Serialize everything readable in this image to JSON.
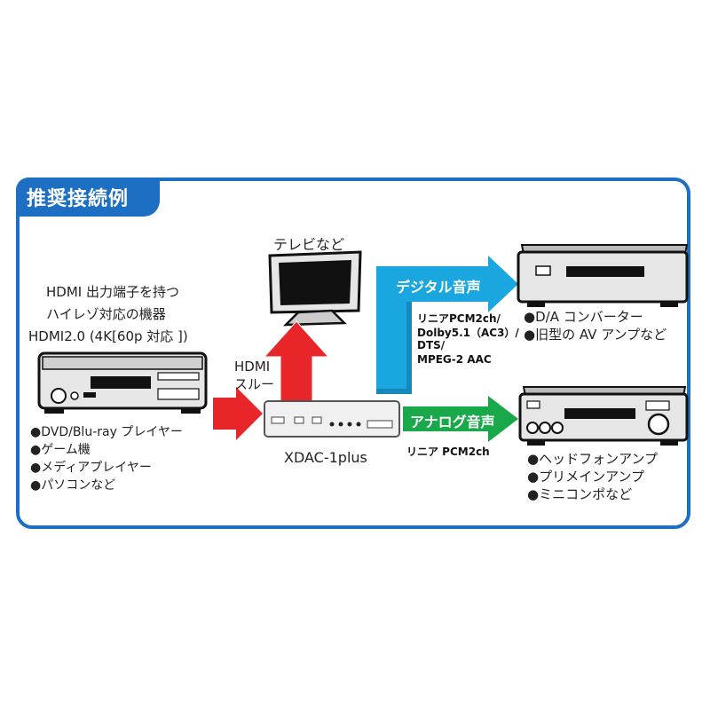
{
  "header": {
    "title": "推奨接続例"
  },
  "source": {
    "heading_line1": "HDMI 出力端子を持つ",
    "heading_line2": "ハイレゾ対応の機器",
    "heading_line3": "HDMI2.0 (4K[60p 対応 ])",
    "list": [
      "●DVD/Blu-ray プレイヤー",
      "●ゲーム機",
      "●メディアプレイヤー",
      "●パソコンなど"
    ]
  },
  "tv": {
    "label": "テレビなど"
  },
  "hdmi_thru": {
    "line1": "HDMI",
    "line2": "スルー"
  },
  "device": {
    "label": "XDAC-1plus"
  },
  "digital": {
    "arrow_label": "デジタル音声",
    "formats": [
      "リニアPCM2ch/",
      "Dolby5.1（AC3）/",
      "DTS/",
      "MPEG-2 AAC"
    ],
    "targets": [
      "●D/A コンバーター",
      "●旧型の AV アンプなど"
    ]
  },
  "analog": {
    "arrow_label": "アナログ音声",
    "format": "リニア PCM2ch",
    "targets": [
      "●ヘッドフォンアンプ",
      "●プリメインアンプ",
      "●ミニコンポなど"
    ]
  },
  "colors": {
    "panel_border": "#1d6fc4",
    "red_arrow": "#e8262a",
    "digital_blue": "#1aa7e0",
    "analog_green": "#19a84a"
  }
}
